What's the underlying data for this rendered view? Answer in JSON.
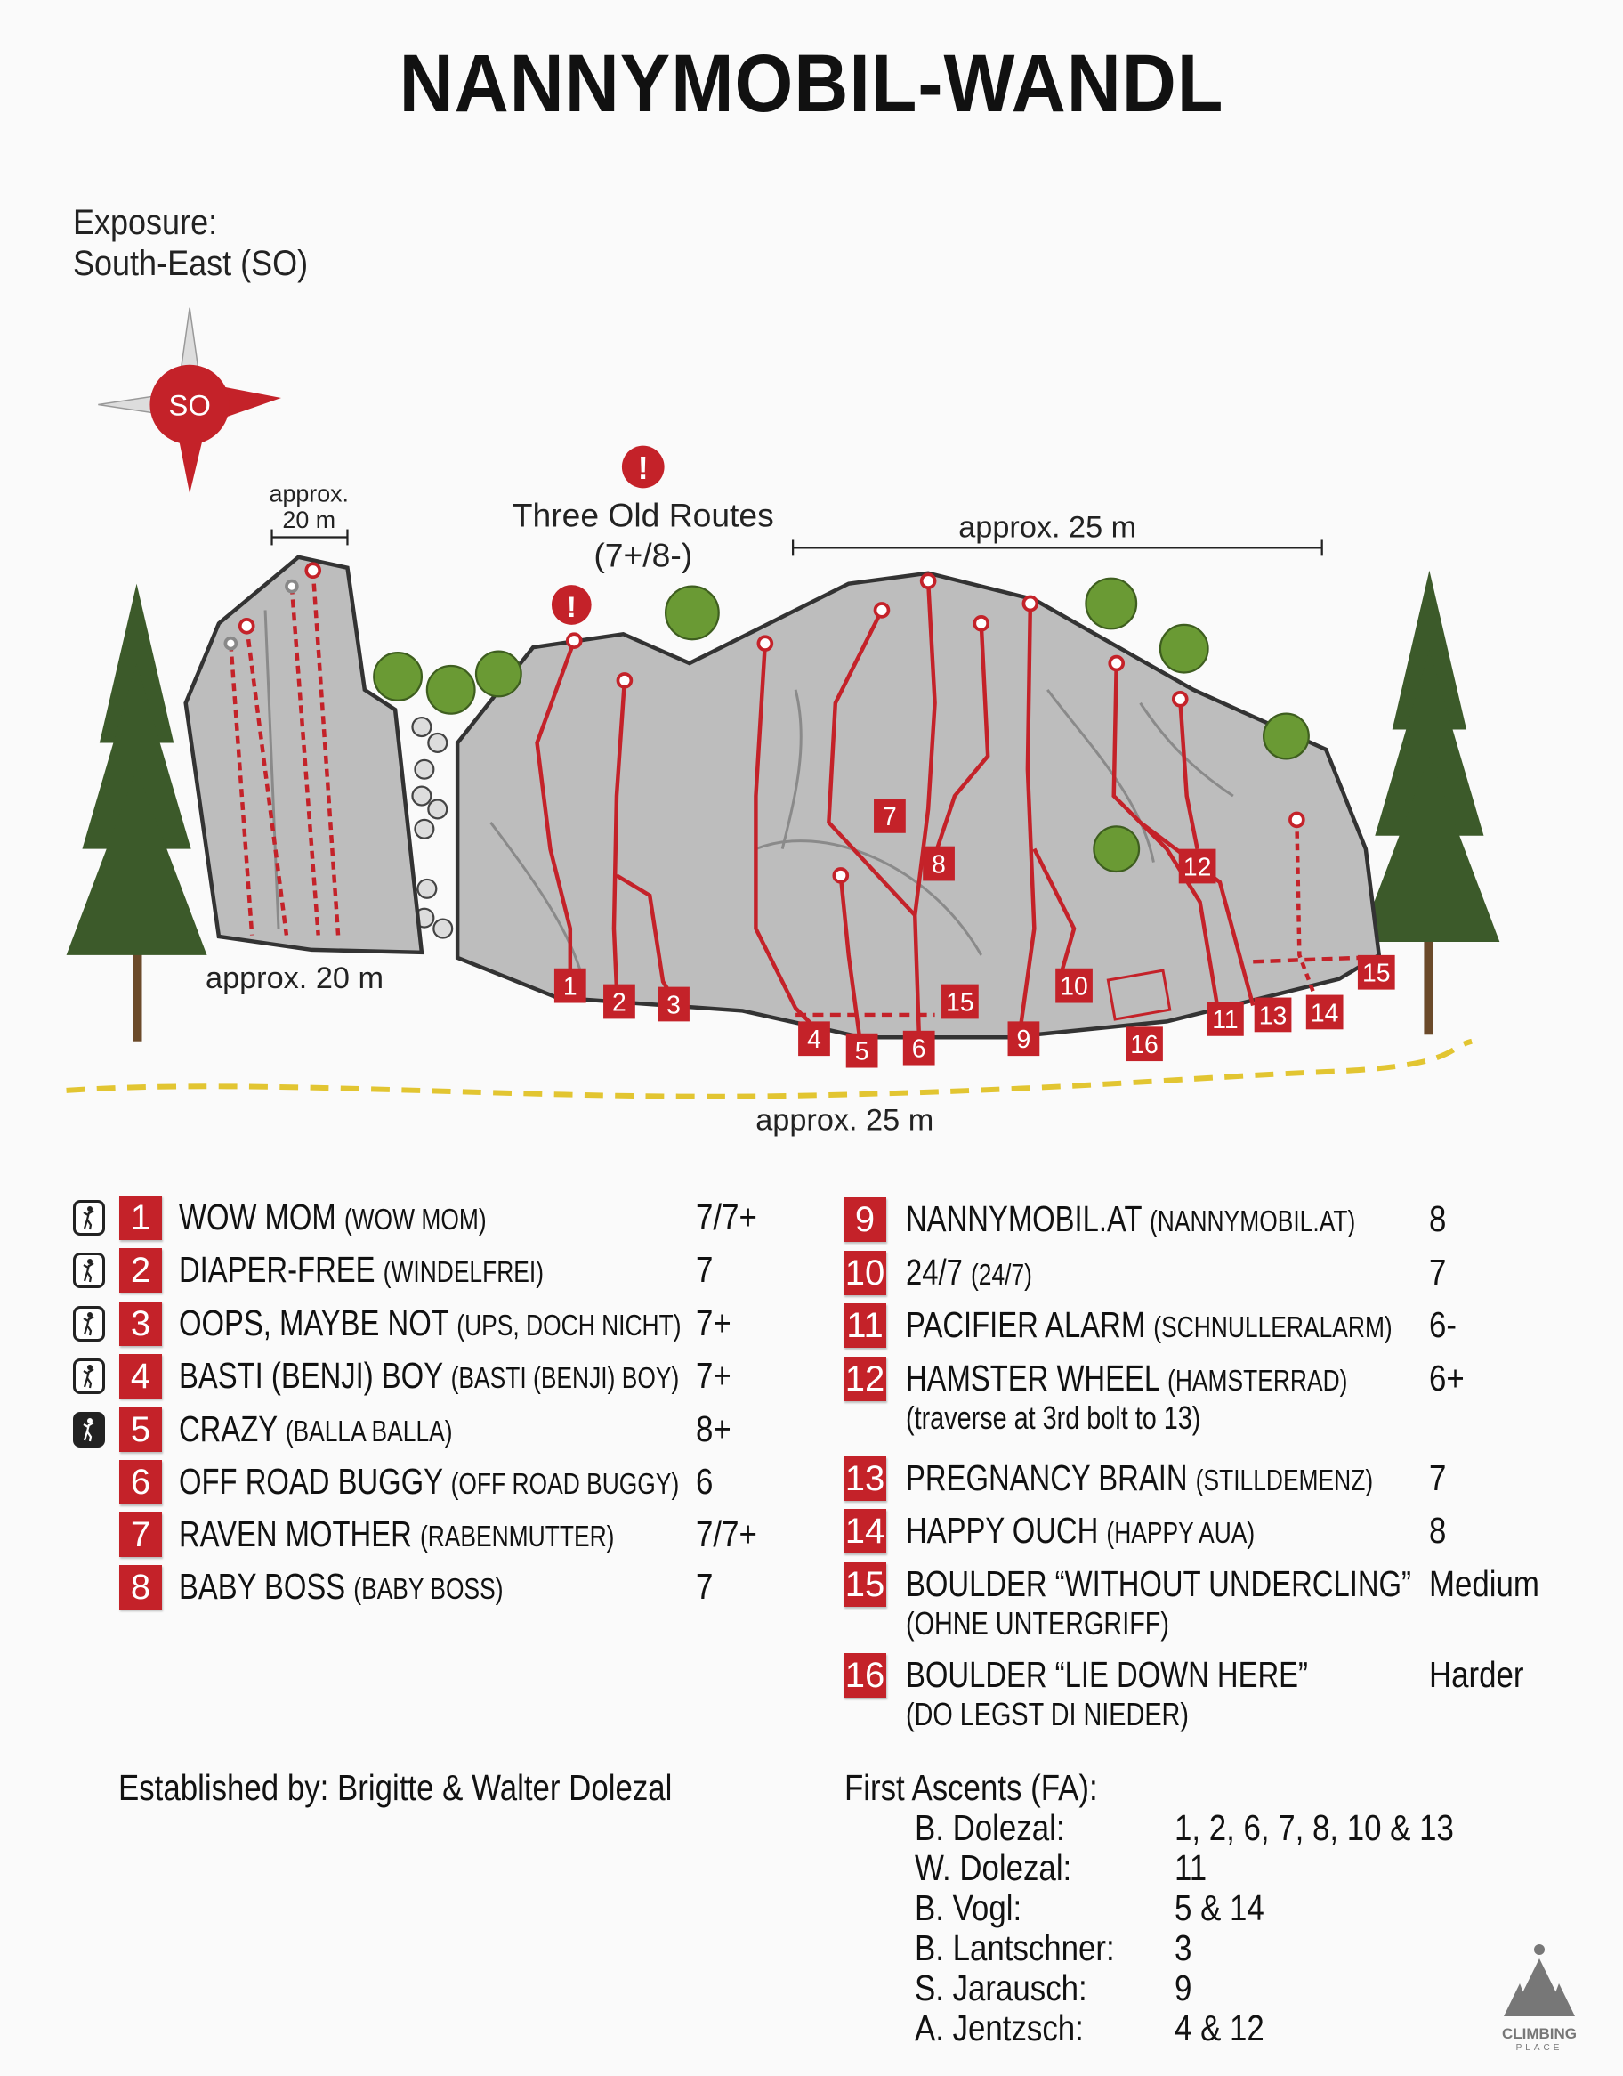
{
  "title": "NANNYMOBIL-WANDL",
  "exposure": {
    "label": "Exposure:",
    "value": "South-East (SO)"
  },
  "compass": {
    "label": "SO"
  },
  "topo": {
    "pillar_width": [
      "approx.",
      "20 m"
    ],
    "pillar_height": "approx. 20 m",
    "old_routes": [
      "Three Old Routes",
      "(7+/8-)"
    ],
    "wall_width_top": "approx. 25 m",
    "wall_width_bottom": "approx. 25 m",
    "warning_icon": "!",
    "badges": [
      "1",
      "2",
      "3",
      "4",
      "5",
      "6",
      "7",
      "8",
      "9",
      "10",
      "11",
      "12",
      "13",
      "14",
      "15",
      "15",
      "16"
    ]
  },
  "colors": {
    "route": "#c42229",
    "rock": "#b9b9b9",
    "path": "#e2c531",
    "bush": "#6a9a34",
    "tree": "#3c5a2a"
  },
  "legend_left": [
    {
      "num": "1",
      "name": "WOW MOM",
      "orig": "(WOW MOM)",
      "grade": "7/7+",
      "icon": "climber-icon"
    },
    {
      "num": "2",
      "name": "DIAPER-FREE",
      "orig": "(WINDELFREI)",
      "grade": "7",
      "icon": "climber-icon"
    },
    {
      "num": "3",
      "name": "OOPS, MAYBE NOT",
      "orig": "(UPS, DOCH NICHT)",
      "grade": "7+",
      "icon": "climber-icon"
    },
    {
      "num": "4",
      "name": "BASTI (BENJI) BOY",
      "orig": "(BASTI (BENJI) BOY)",
      "grade": "7+",
      "icon": "climber-icon"
    },
    {
      "num": "5",
      "name": "CRAZY",
      "orig": "(BALLA BALLA)",
      "grade": "8+",
      "icon": "overhang-climber-icon"
    },
    {
      "num": "6",
      "name": "OFF ROAD BUGGY",
      "orig": "(OFF ROAD BUGGY)",
      "grade": "6"
    },
    {
      "num": "7",
      "name": "RAVEN MOTHER",
      "orig": "(RABENMUTTER)",
      "grade": "7/7+"
    },
    {
      "num": "8",
      "name": "BABY BOSS",
      "orig": "(BABY BOSS)",
      "grade": "7"
    }
  ],
  "legend_right": [
    {
      "num": "9",
      "name": "NANNYMOBIL.AT",
      "orig": "(NANNYMOBIL.AT)",
      "grade": "8"
    },
    {
      "num": "10",
      "name": "24/7",
      "orig": "(24/7)",
      "grade": "7"
    },
    {
      "num": "11",
      "name": "PACIFIER ALARM",
      "orig": "(SCHNULLERALARM)",
      "grade": "6-"
    },
    {
      "num": "12",
      "name": "HAMSTER WHEEL",
      "orig": "(HAMSTERRAD)",
      "grade": "6+",
      "note": "(traverse at 3rd bolt to 13)"
    },
    {
      "num": "13",
      "name": "PREGNANCY BRAIN",
      "orig": "(STILLDEMENZ)",
      "grade": "7"
    },
    {
      "num": "14",
      "name": "HAPPY OUCH",
      "orig": "(HAPPY AUA)",
      "grade": "8"
    },
    {
      "num": "15",
      "name": "BOULDER “WITHOUT UNDERCLING”",
      "orig": "",
      "grade": "Medium",
      "note": "(OHNE UNTERGRIFF)"
    },
    {
      "num": "16",
      "name": "BOULDER “LIE DOWN HERE”",
      "orig": "",
      "grade": "Harder",
      "note": "(DO LEGST DI NIEDER)"
    }
  ],
  "established": "Established by: Brigitte & Walter Dolezal",
  "first_ascents": {
    "heading": "First Ascents (FA):",
    "rows": [
      {
        "who": "B. Dolezal:",
        "routes": "1, 2, 6, 7, 8, 10 & 13"
      },
      {
        "who": "W. Dolezal:",
        "routes": "11"
      },
      {
        "who": "B. Vogl:",
        "routes": "5 & 14"
      },
      {
        "who": "B. Lantschner:",
        "routes": "3"
      },
      {
        "who": "S. Jarausch:",
        "routes": "9"
      },
      {
        "who": "A. Jentzsch:",
        "routes": "4 & 12"
      }
    ]
  },
  "logo": {
    "name": "CLIMBING",
    "sub": "PLACE"
  }
}
